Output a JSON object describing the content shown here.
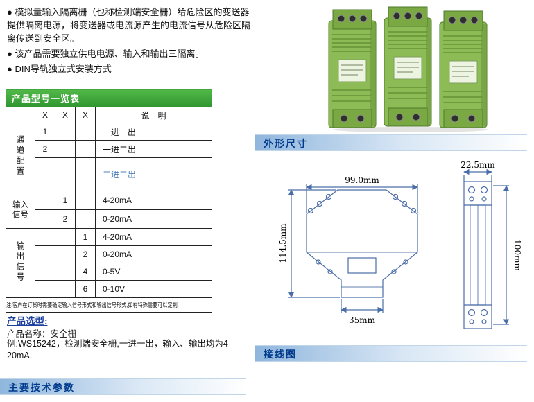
{
  "intro": {
    "bullets": [
      "● 模拟量输入隔离栅（也称检测端安全栅）给危险区的变送器提供隔离电源，将变送器或电流源产生的电流信号从危险区隔离传送到安全区。",
      "● 该产品需要独立供电电源、输入和输出三隔离。",
      "● DIN导轨独立式安装方式"
    ]
  },
  "model_table": {
    "title": "产品型号一览表",
    "header": {
      "x1": "X",
      "x2": "X",
      "x3": "X",
      "desc": "说　明"
    },
    "channel_group": {
      "label": "通道配置",
      "rows": [
        {
          "code": "1",
          "desc": "一进一出"
        },
        {
          "code": "2",
          "desc": "一进二出"
        },
        {
          "code": "",
          "desc": "二进二出"
        }
      ]
    },
    "input_group": {
      "label": "输入信号",
      "rows": [
        {
          "code": "1",
          "desc": "4-20mA"
        },
        {
          "code": "2",
          "desc": "0-20mA"
        }
      ]
    },
    "output_group": {
      "label": "输出信号",
      "rows": [
        {
          "code": "1",
          "desc": "4-20mA"
        },
        {
          "code": "2",
          "desc": "0-20mA"
        },
        {
          "code": "4",
          "desc": "0-5V"
        },
        {
          "code": "6",
          "desc": "0-10V"
        }
      ]
    },
    "note": "注:客户在订货时需要确定输入信号形式和输出信号形式,如有特殊需要可以定制."
  },
  "selection": {
    "title": "产品选型:",
    "product_name": "产品名称：安全栅",
    "example": "例:WS15242，检测端安全栅,一进一出，输入、输出均为4-20mA."
  },
  "headings": {
    "dimensions": "外形尺寸",
    "wiring": "接线图",
    "tech_params": "主要技术参数"
  },
  "dimension_labels": {
    "width": "99.0mm",
    "height": "114.5mm",
    "foot_width": "35mm",
    "depth": "22.5mm",
    "side_height": "100mm"
  },
  "colors": {
    "table_header_green": "#3aa93a",
    "heading_navy": "#003a8c",
    "channel_highlight_blue": "#4f81bd",
    "drawing_line_blue": "#4a6da8",
    "module_green": "#8dbb55"
  }
}
